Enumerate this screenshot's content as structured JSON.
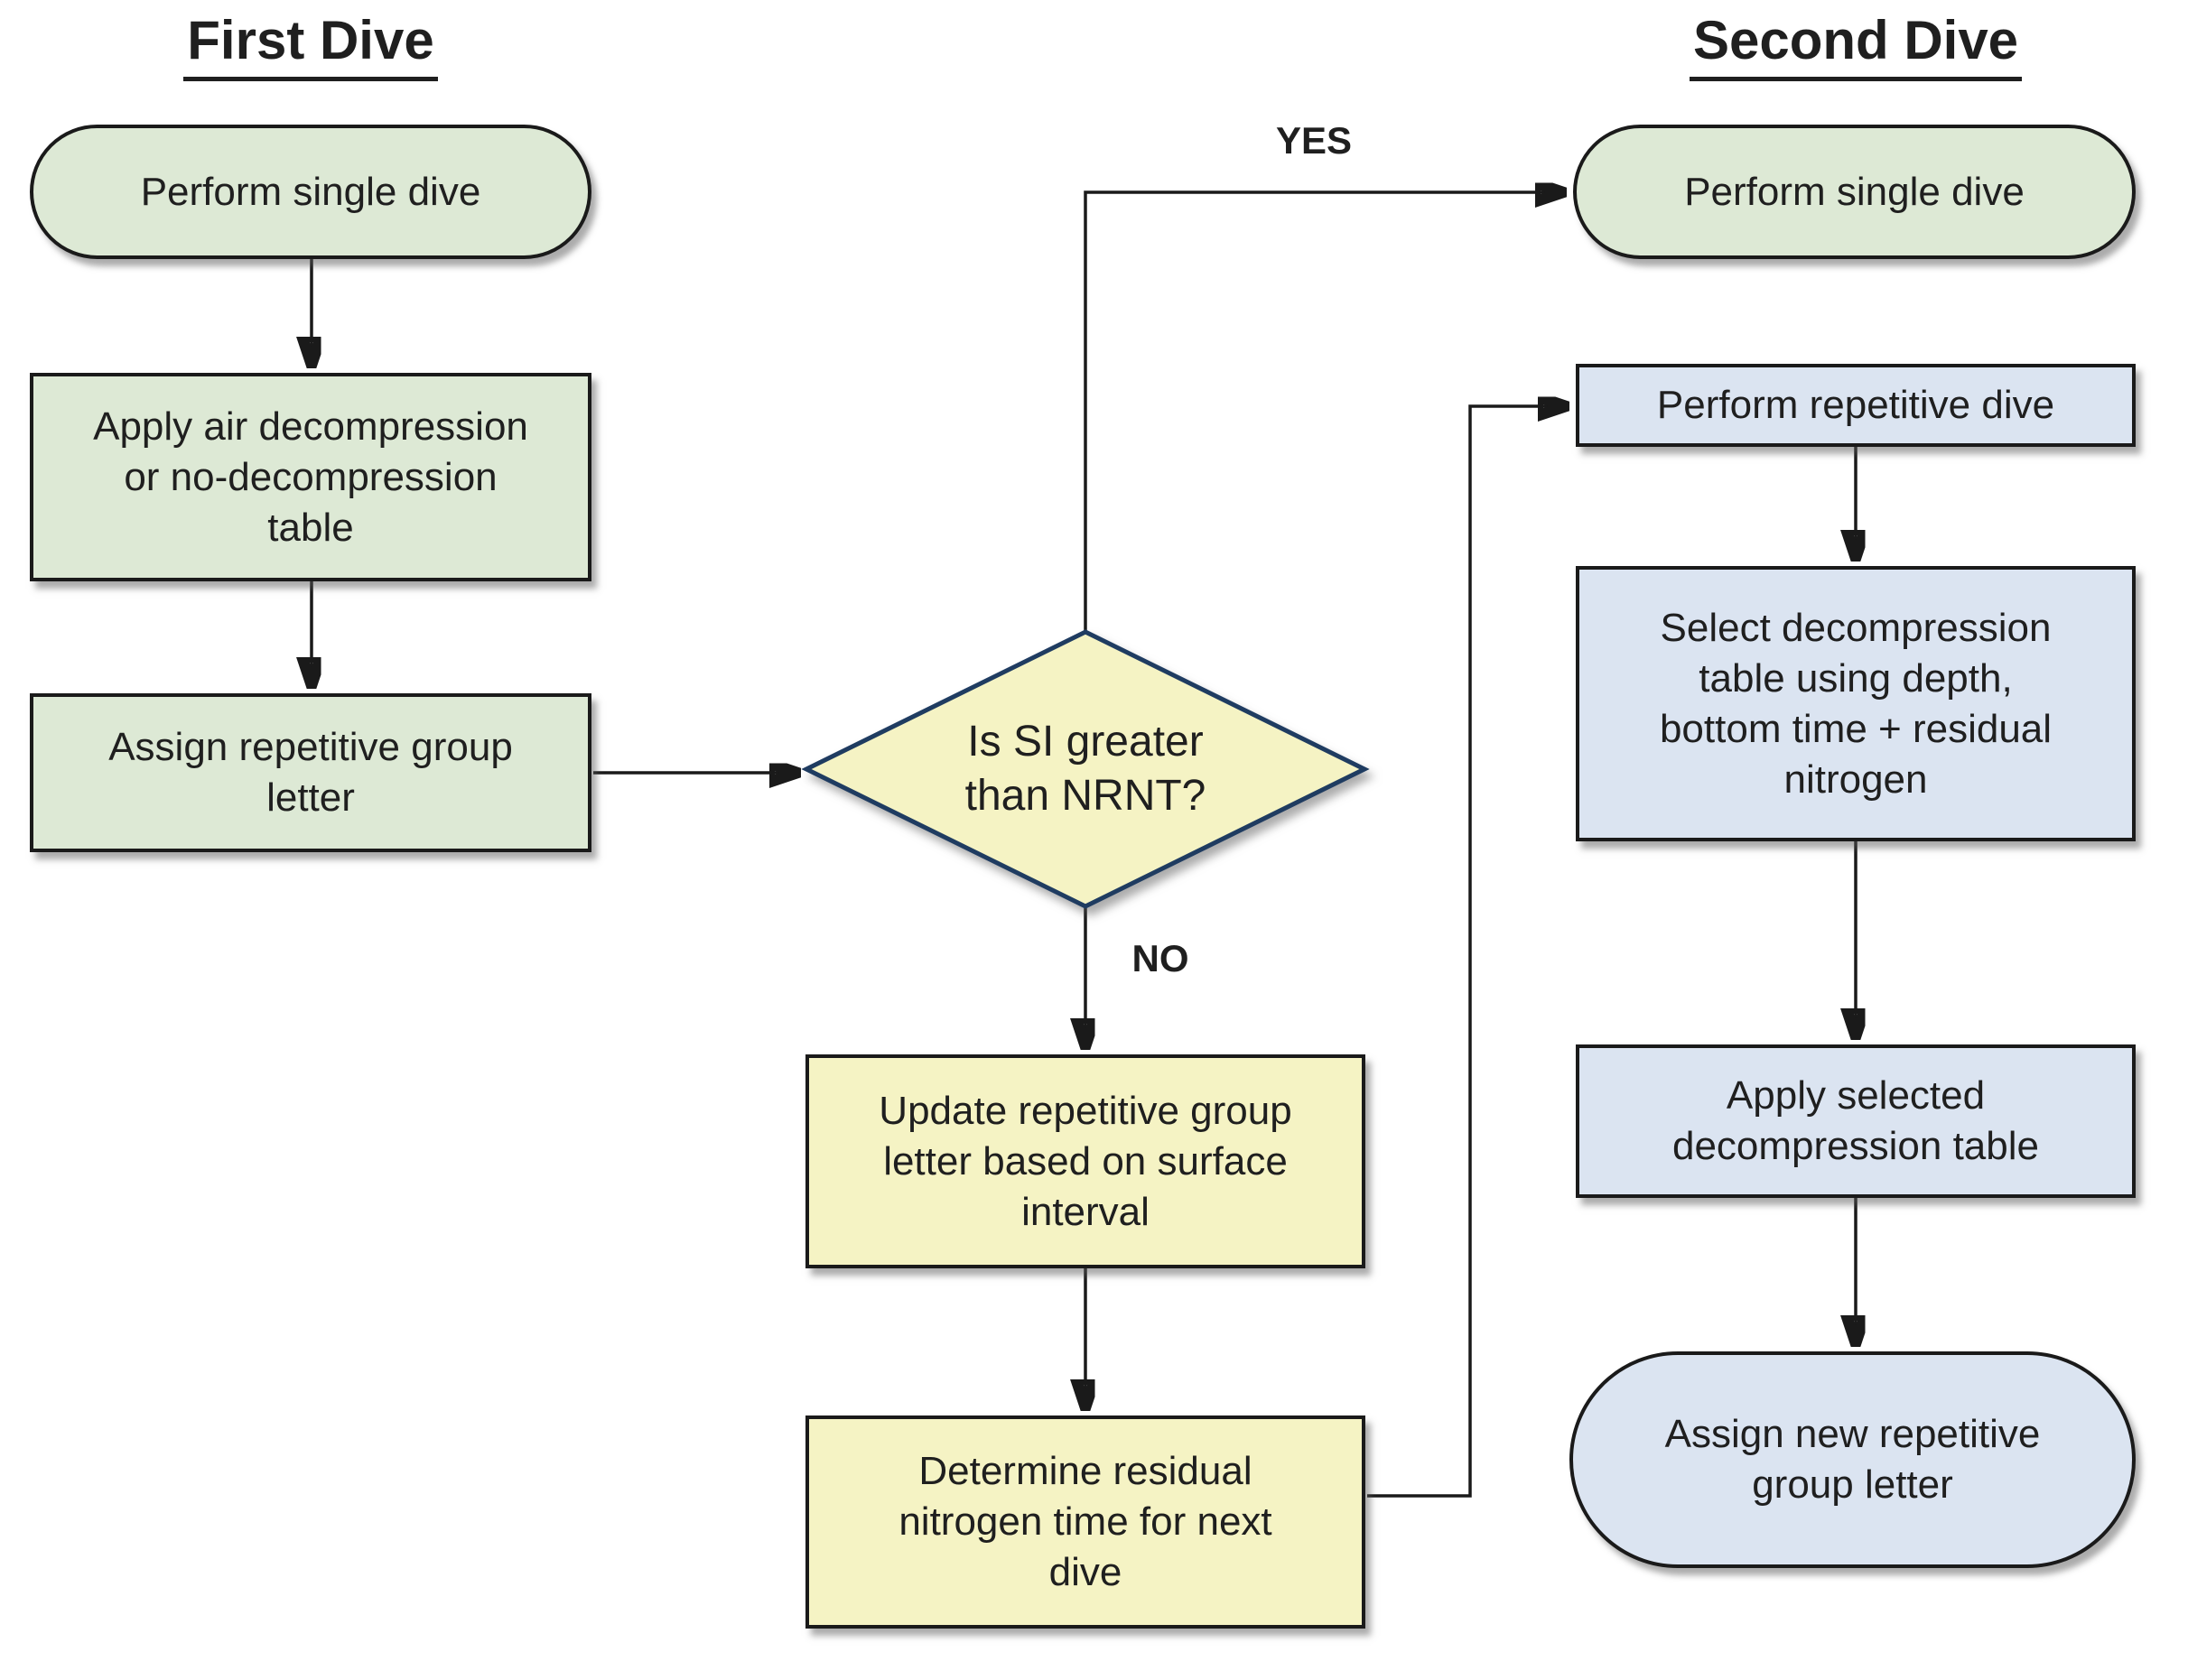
{
  "titles": {
    "first_dive": "First Dive",
    "second_dive": "Second Dive"
  },
  "branch_labels": {
    "yes": "YES",
    "no": "NO"
  },
  "nodes": {
    "perform_single_dive_first": {
      "label": "Perform single dive"
    },
    "apply_air_decompression": {
      "label": "Apply air decompression\nor no-decompression\ntable"
    },
    "assign_repetitive_group": {
      "label": "Assign repetitive group\nletter"
    },
    "si_greater_than_nrnt": {
      "label": "Is SI greater\nthan NRNT?"
    },
    "update_repetitive_group": {
      "label": "Update repetitive group\nletter based on surface\ninterval"
    },
    "determine_residual_nitrogen": {
      "label": "Determine residual\nnitrogen time for next\ndive"
    },
    "perform_single_dive_second": {
      "label": "Perform single dive"
    },
    "perform_repetitive_dive": {
      "label": "Perform repetitive dive"
    },
    "select_decompression_table": {
      "label": "Select decompression\ntable using depth,\nbottom time + residual\nnitrogen"
    },
    "apply_selected_table": {
      "label": "Apply selected\ndecompression table"
    },
    "assign_new_repetitive_group": {
      "label": "Assign new repetitive\ngroup letter"
    }
  },
  "colors": {
    "green_fill": "#dde9d5",
    "yellow_fill": "#f5f3c4",
    "blue_fill": "#dbe4f1",
    "diamond_border": "#1f3c61",
    "node_border": "#1a1a1a",
    "line": "#1a1a1a",
    "text": "#1f1f1f",
    "background": "#ffffff"
  }
}
